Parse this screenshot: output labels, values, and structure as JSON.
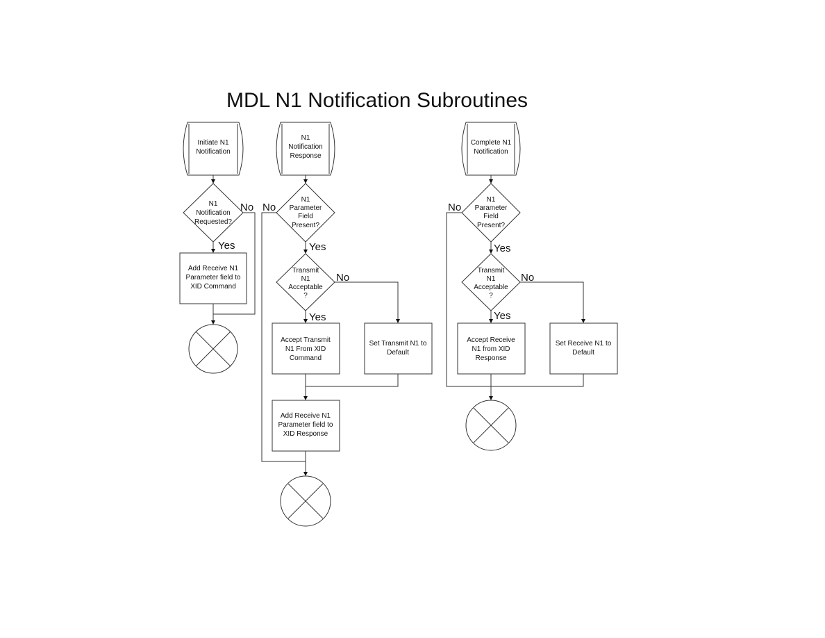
{
  "title": "MDL N1 Notification Subroutines",
  "col1": {
    "start": [
      "Initiate N1",
      "Notification"
    ],
    "decision": [
      "N1",
      "Notification",
      "Requested?"
    ],
    "yes": "Yes",
    "no": "No",
    "process": [
      "Add Receive N1",
      "Parameter field to",
      "XID Command"
    ]
  },
  "col2": {
    "start": [
      "N1",
      "Notification",
      "Response"
    ],
    "decision1": [
      "N1",
      "Parameter",
      "Field",
      "Present?"
    ],
    "yes1": "Yes",
    "no1": "No",
    "decision2": [
      "Transmit",
      "N1",
      "Acceptable",
      "?"
    ],
    "yes2": "Yes",
    "no2": "No",
    "process_accept": [
      "Accept Transmit",
      "N1 From XID",
      "Command"
    ],
    "process_set": [
      "Set Transmit N1 to",
      "Default"
    ],
    "process_add": [
      "Add Receive N1",
      "Parameter field to",
      "XID Response"
    ]
  },
  "col3": {
    "start": [
      "Complete N1",
      "Notification"
    ],
    "decision1": [
      "N1",
      "Parameter",
      "Field",
      "Present?"
    ],
    "yes1": "Yes",
    "no1": "No",
    "decision2": [
      "Transmit",
      "N1",
      "Acceptable",
      "?"
    ],
    "yes2": "Yes",
    "no2": "No",
    "process_accept": [
      "Accept Receive",
      "N1 from XID",
      "Response"
    ],
    "process_set": [
      "Set Receive N1 to",
      "Default"
    ]
  }
}
